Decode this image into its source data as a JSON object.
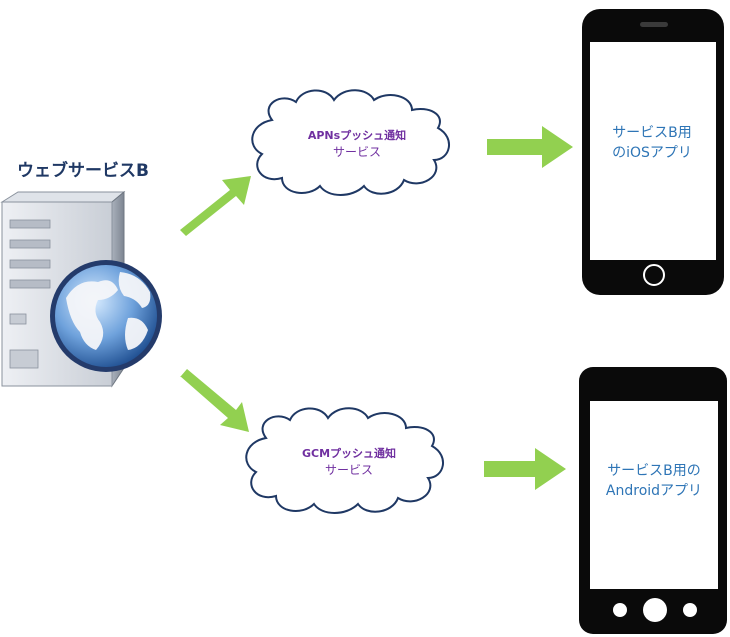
{
  "server": {
    "label": "ウェブサービスB"
  },
  "clouds": {
    "apns": {
      "line1": "APNsプッシュ通知",
      "line2": "サービス"
    },
    "gcm": {
      "line1": "GCMプッシュ通知",
      "line2": "サービス"
    }
  },
  "phones": {
    "ios": {
      "line1": "サービスB用",
      "line2": "のiOSアプリ"
    },
    "android": {
      "line1": "サービスB用の",
      "line2": "Androidアプリ"
    }
  },
  "colors": {
    "arrow": "#92d050",
    "cloud_stroke": "#1f3864",
    "cloud_text": "#7030a0",
    "phone_text": "#2e75b6",
    "server_label": "#1f3864"
  }
}
